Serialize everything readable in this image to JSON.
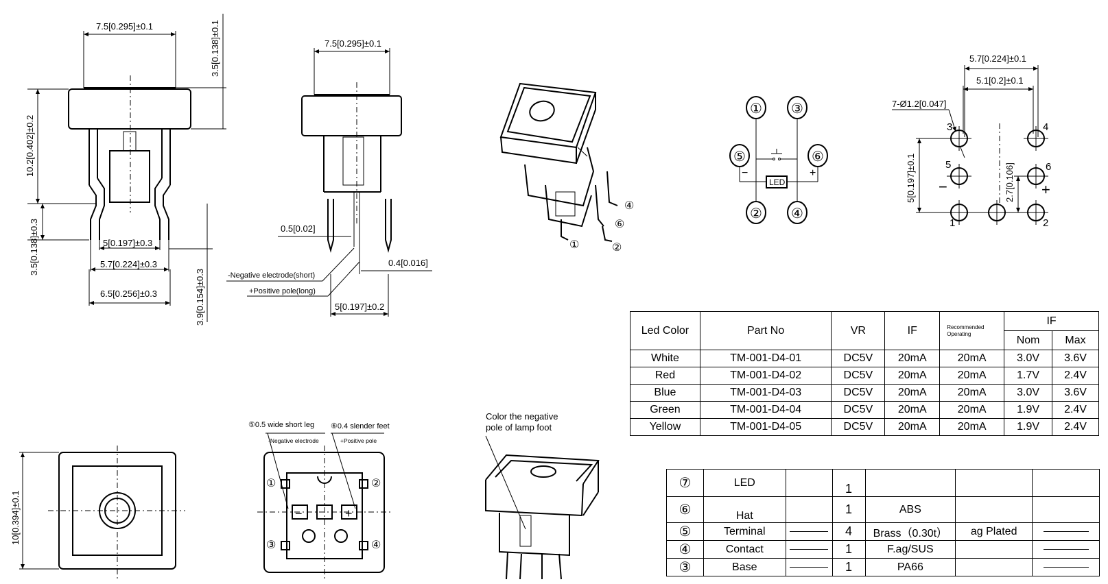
{
  "front_view": {
    "dim_top_width": "7.5[0.295]±0.1",
    "dim_cap_height": "3.5[0.138]±0.1",
    "dim_body_height": "10.2[0.402]±0.2",
    "dim_leg_height": "3.5[0.138]±0.3",
    "dim_pitch_inner": "5[0.197]±0.3",
    "dim_pitch_mid": "5.7[0.224]±0.3",
    "dim_pitch_outer": "6.5[0.256]±0.3",
    "dim_leg_length": "3.9[0.154]±0.3"
  },
  "side_view": {
    "dim_top_width": "7.5[0.295]±0.1",
    "dim_led_leg": "0.5[0.02]",
    "dim_slender_leg": "0.4[0.016]",
    "note_negative": "-Negative electrode(short)",
    "note_positive": "+Positive pole(long)",
    "dim_pitch": "5[0.197]±0.2"
  },
  "iso_view": {
    "pins": [
      "④",
      "⑥",
      "①",
      "②"
    ]
  },
  "schematic": {
    "pins": [
      "①",
      "③",
      "⑤",
      "⑥",
      "②",
      "④"
    ],
    "minus": "−",
    "plus": "+",
    "led_label": "LED"
  },
  "footprint": {
    "dim_outer": "5.7[0.224]±0.1",
    "dim_inner": "5.1[0.2]±0.1",
    "hole_spec": "7-Ø1.2[0.047]",
    "dim_vert": "5[0.197]±0.1",
    "dim_led": "2.7[0.106]",
    "pins": [
      "3",
      "4",
      "5",
      "6",
      "1",
      "2"
    ],
    "minus": "−",
    "plus": "+"
  },
  "top_view": {
    "dim_height": "10[0.394]±0.1"
  },
  "bottom_view": {
    "note_short": "⑤0.5 wide short leg",
    "note_slender": "⑥0.4 slender feet",
    "label_negative": "-Negative electrode",
    "label_positive": "+Positive pole",
    "pins": [
      "①",
      "②",
      "③",
      "④"
    ],
    "minus": "−",
    "plus": "+"
  },
  "lamp_note": {
    "line1": "Color the negative",
    "line2": "pole of lamp foot"
  },
  "spec_table": {
    "headers": {
      "led_color": "Led Color",
      "part_no": "Part No",
      "vr": "VR",
      "if": "IF",
      "rec_line1": "Recommended",
      "rec_line2": "Operating",
      "if_group": "IF",
      "nom": "Nom",
      "max": "Max"
    },
    "rows": [
      {
        "color": "White",
        "part": "TM-001-D4-01",
        "vr": "DC5V",
        "if": "20mA",
        "rec": "20mA",
        "nom": "3.0V",
        "max": "3.6V"
      },
      {
        "color": "Red",
        "part": "TM-001-D4-02",
        "vr": "DC5V",
        "if": "20mA",
        "rec": "20mA",
        "nom": "1.7V",
        "max": "2.4V"
      },
      {
        "color": "Blue",
        "part": "TM-001-D4-03",
        "vr": "DC5V",
        "if": "20mA",
        "rec": "20mA",
        "nom": "3.0V",
        "max": "3.6V"
      },
      {
        "color": "Green",
        "part": "TM-001-D4-04",
        "vr": "DC5V",
        "if": "20mA",
        "rec": "20mA",
        "nom": "1.9V",
        "max": "2.4V"
      },
      {
        "color": "Yellow",
        "part": "TM-001-D4-05",
        "vr": "DC5V",
        "if": "20mA",
        "rec": "20mA",
        "nom": "1.9V",
        "max": "2.4V"
      }
    ]
  },
  "bom_table": {
    "rows": [
      {
        "num": "⑦",
        "name": "LED",
        "dash": false,
        "qty": "1",
        "material": "",
        "finish": "",
        "last_dash": false
      },
      {
        "num": "⑥",
        "name": "Hat",
        "dash": false,
        "qty": "1",
        "material": "ABS",
        "finish": "",
        "last_dash": false
      },
      {
        "num": "⑤",
        "name": "Terminal",
        "dash": true,
        "qty": "4",
        "material": "Brass（0.30t）",
        "finish": "ag Plated",
        "last_dash": true
      },
      {
        "num": "④",
        "name": "Contact",
        "dash": true,
        "qty": "1",
        "material": "F.ag/SUS",
        "finish": "",
        "last_dash": true
      },
      {
        "num": "③",
        "name": "Base",
        "dash": true,
        "qty": "1",
        "material": "PA66",
        "finish": "",
        "last_dash": true
      }
    ]
  }
}
